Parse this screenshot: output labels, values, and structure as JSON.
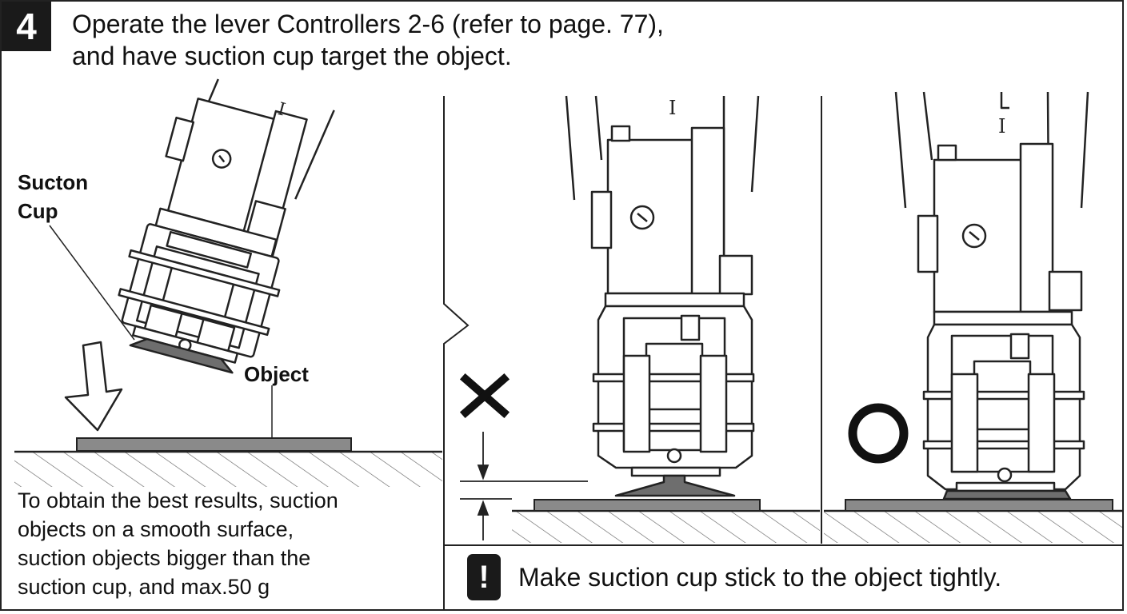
{
  "step": {
    "number": "4"
  },
  "instruction": {
    "line1": "Operate the lever Controllers 2-6 (refer to page. 77),",
    "line2": "and have suction cup target the object."
  },
  "labels": {
    "suction_cup_line1": "Sucton",
    "suction_cup_line2": "Cup",
    "object": "Object"
  },
  "note": {
    "line1": "To obtain the best results, suction",
    "line2": "objects on a smooth surface,",
    "line3": "suction objects bigger than the",
    "line4": "suction cup, and max.50 g"
  },
  "tip": {
    "icon": "exclamation-icon",
    "text": "Make suction cup stick to the object tightly."
  },
  "marks": {
    "incorrect": "cross-mark-icon",
    "correct": "circle-mark-icon"
  },
  "colors": {
    "ink": "#111111",
    "object_gray": "#8a8a8a",
    "cup_gray": "#6e6e6e"
  }
}
